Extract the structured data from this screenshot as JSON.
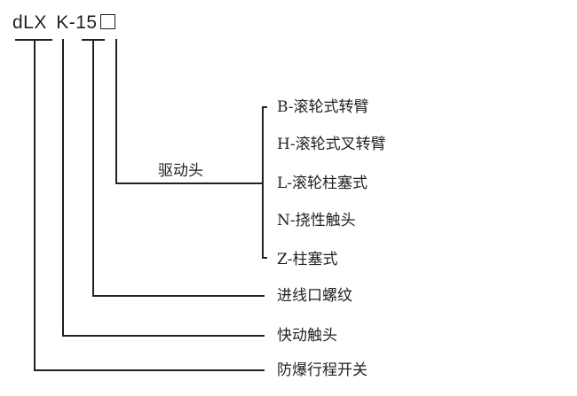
{
  "model": {
    "prefix": "dLX",
    "series": "K-15",
    "placeholder_box": "□"
  },
  "drive_head": {
    "title": "驱动头",
    "options": [
      "B-滚轮式转臂",
      "H-滚轮式叉转臂",
      "L-滚轮柱塞式",
      "N-挠性触头",
      "Z-柱塞式"
    ]
  },
  "legend": [
    "进线口螺纹",
    "快动触头",
    "防爆行程开关"
  ]
}
